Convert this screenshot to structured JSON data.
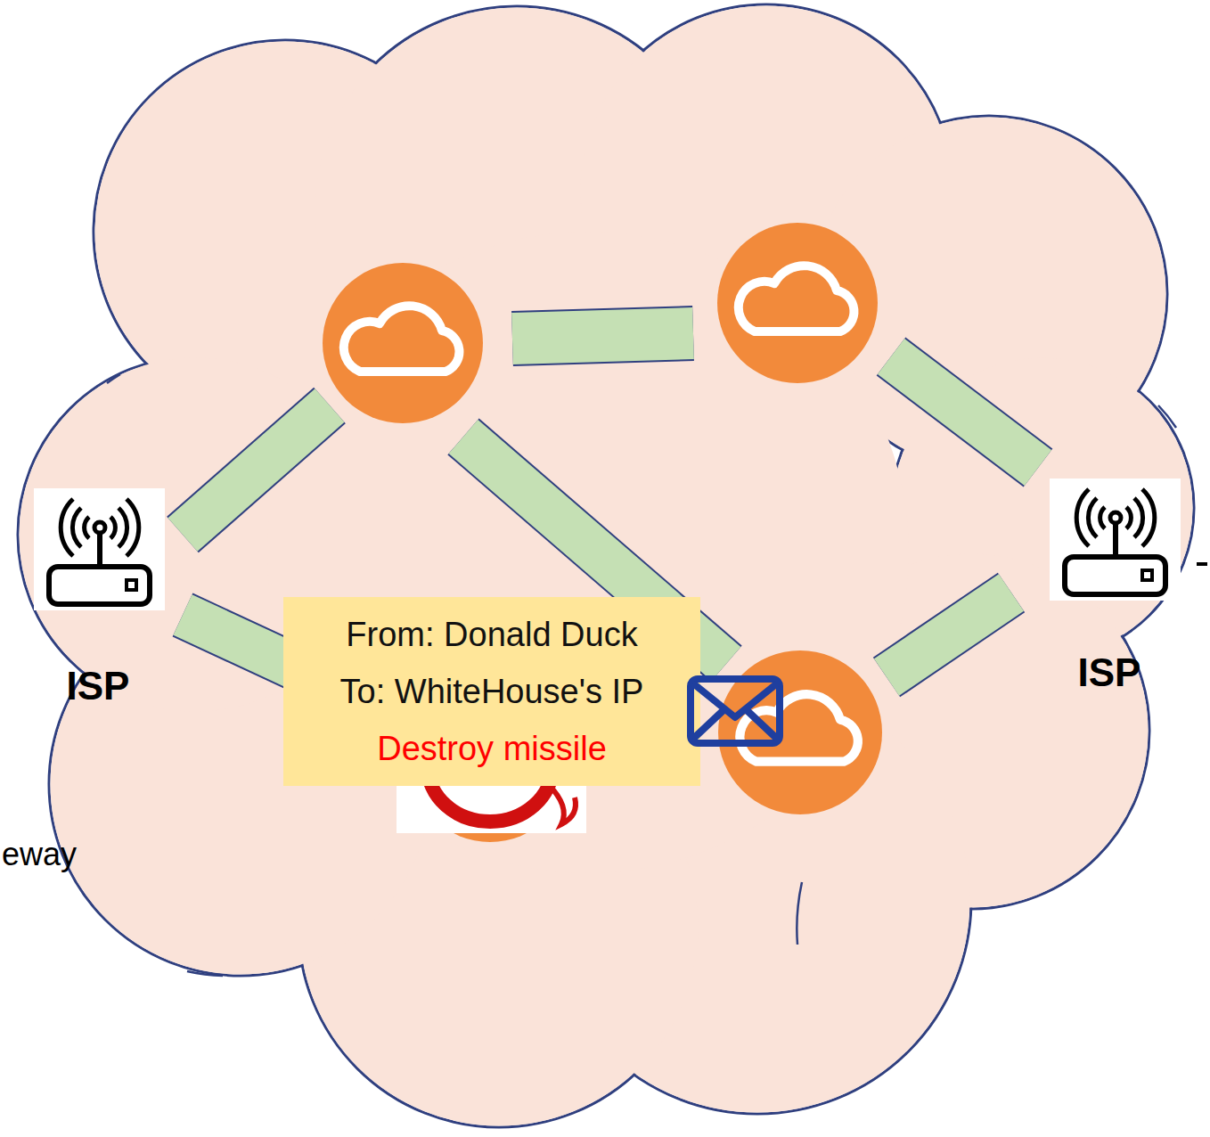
{
  "diagram": {
    "nodes": [
      {
        "text": [
          "ISP"
        ]
      },
      {
        "text": [
          "ISP"
        ]
      },
      {
        "text": [
          "From: Donald Duck",
          "To: WhiteHouse's IP",
          "Destroy missile"
        ]
      }
    ],
    "labels": [
      "eway"
    ]
  }
}
